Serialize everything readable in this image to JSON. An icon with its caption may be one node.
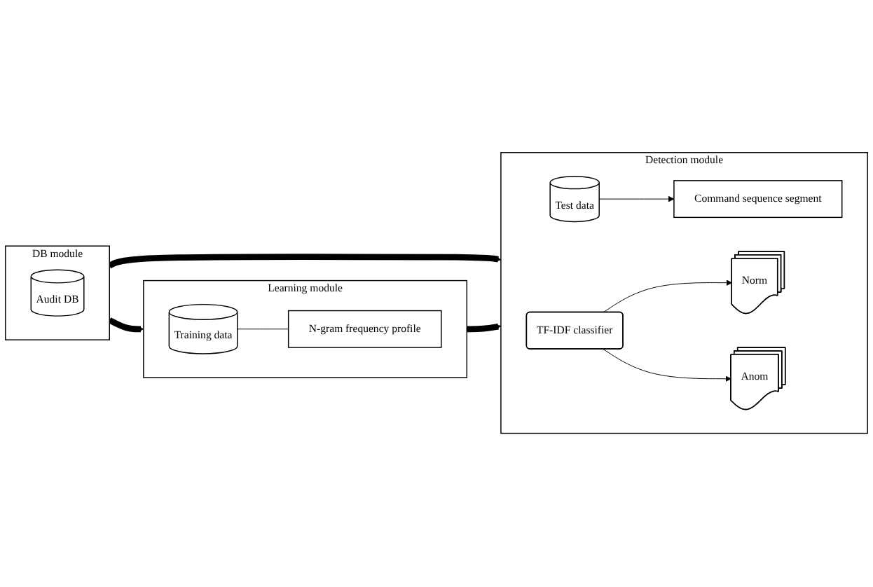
{
  "diagram": {
    "nodes": [
      {
        "text": [
          "DB module"
        ]
      },
      {
        "text": [
          "Audit DB"
        ],
        "in": 0
      },
      {
        "text": [
          "Learning module"
        ]
      },
      {
        "text": [
          "Training data"
        ],
        "in": 2
      },
      {
        "text": [
          "N-gram frequency profile"
        ],
        "in": 2
      },
      {
        "text": [
          "Detection module"
        ]
      },
      {
        "text": [
          "Test data"
        ],
        "in": 5
      },
      {
        "text": [
          "Command sequence segment"
        ],
        "in": 5
      },
      {
        "text": [
          "TF-IDF classifier"
        ],
        "in": 5
      },
      {
        "text": [
          "Norm"
        ],
        "in": 5
      },
      {
        "text": [
          "Anom"
        ],
        "in": 5
      }
    ],
    "edges": [
      {
        "from": 0,
        "to": 2,
        "arrow": "to",
        "style": "thick"
      },
      {
        "from": 0,
        "to": 5,
        "arrow": "to",
        "style": "thick"
      },
      {
        "from": 2,
        "to": 5,
        "arrow": "to",
        "style": "thick"
      },
      {
        "from": 3,
        "to": 4,
        "arrow": "none"
      },
      {
        "from": 6,
        "to": 7,
        "arrow": "to"
      },
      {
        "from": 8,
        "to": 9,
        "arrow": "to"
      },
      {
        "from": 8,
        "to": 10,
        "arrow": "to"
      }
    ]
  }
}
